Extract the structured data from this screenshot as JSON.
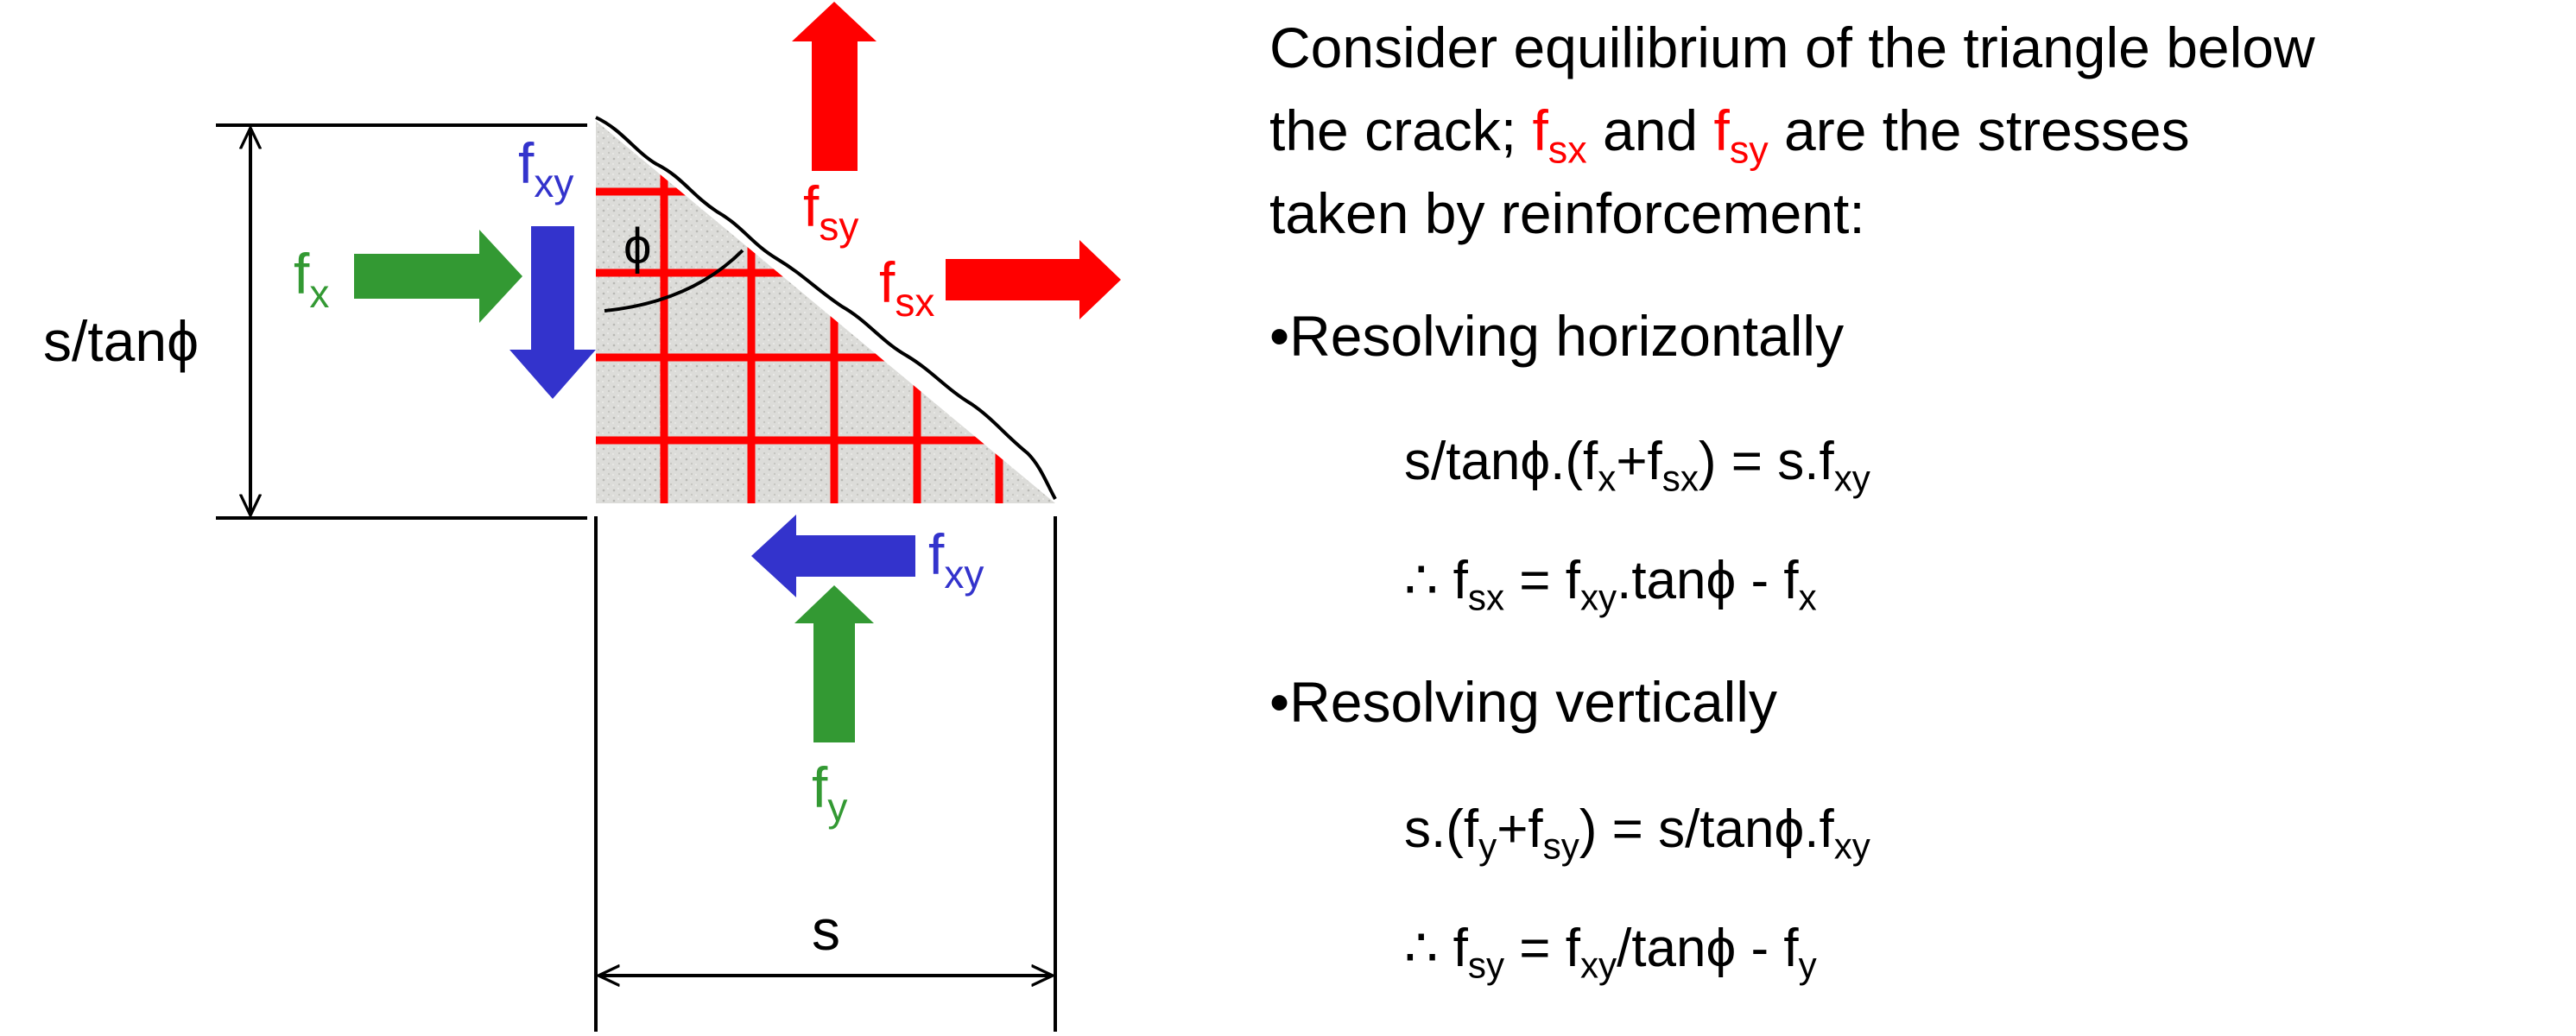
{
  "colors": {
    "red": "#ff0000",
    "green": "#339933",
    "blue": "#3333cc",
    "black": "#000000",
    "concrete": "#d9d9d6"
  },
  "diagram": {
    "labels": {
      "height_dim": "s/tanϕ",
      "width_dim": "s",
      "angle": "ϕ",
      "f": "f",
      "sub_x": "x",
      "sub_y": "y",
      "sub_xy": "xy",
      "sub_sx": "sx",
      "sub_sy": "sy"
    }
  },
  "text": {
    "intro_1": "Consider equilibrium of the triangle below",
    "intro_2a": "the crack; ",
    "intro_2b": "f",
    "intro_2b_sub": "sx",
    "intro_2c": " and ",
    "intro_2d": "f",
    "intro_2d_sub": "sy",
    "intro_2e": " are the stresses",
    "intro_3": "taken by reinforcement:",
    "bullet_h": "•Resolving horizontally",
    "eq1": {
      "p1": "s/tanϕ.(f",
      "s1": "x",
      "p2": "+f",
      "s2": "sx",
      "p3": ") = s.f",
      "s3": "xy"
    },
    "eq2": {
      "p1": "∴ f",
      "s1": "sx",
      "p2": " = f",
      "s2": "xy",
      "p3": ".tanϕ - f",
      "s3": "x"
    },
    "bullet_v": "•Resolving vertically",
    "eq3": {
      "p1": "s.(f",
      "s1": "y",
      "p2": "+f",
      "s2": "sy",
      "p3": ") = s/tanϕ.f",
      "s3": "xy"
    },
    "eq4": {
      "p1": "∴ f",
      "s1": "sy",
      "p2": " = f",
      "s2": "xy",
      "p3": "/tanϕ - f",
      "s3": "y"
    }
  }
}
